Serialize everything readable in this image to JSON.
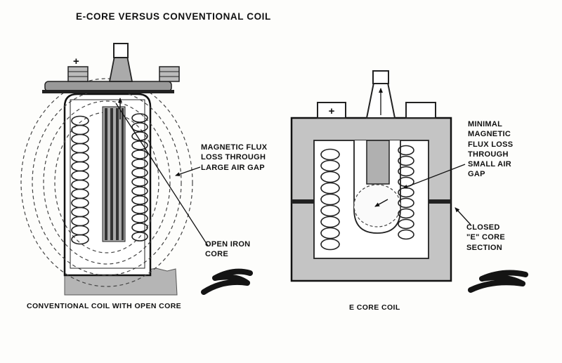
{
  "title": "E-CORE VERSUS CONVENTIONAL COIL",
  "conventional": {
    "caption": "CONVENTIONAL COIL WITH OPEN CORE",
    "flux_loss_label": "MAGNETIC FLUX\nLOSS THROUGH\nLARGE AIR GAP",
    "open_core_label": "OPEN IRON\nCORE",
    "terminal_plus": "+"
  },
  "ecore": {
    "caption": "E CORE COIL",
    "flux_loss_label": "MINIMAL\nMAGNETIC\nFLUX LOSS\nTHROUGH\nSMALL AIR\nGAP",
    "closed_core_label": "CLOSED\n\"E\" CORE\nSECTION",
    "terminal_plus": "+"
  }
}
